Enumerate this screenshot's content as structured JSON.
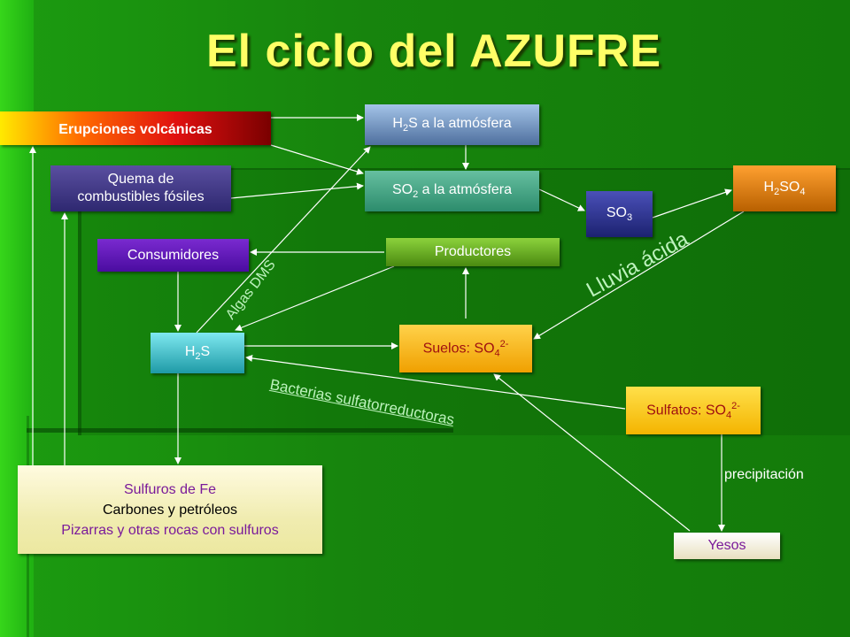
{
  "title": "El ciclo del AZUFRE",
  "boxes": {
    "erupciones": "Erupciones volcánicas",
    "h2s_atm": {
      "pre": "H",
      "sub": "2",
      "post": "S a la atmósfera"
    },
    "quema": {
      "line1": "Quema de",
      "line2": "combustibles fósiles"
    },
    "so2_atm": {
      "pre": "SO",
      "sub": "2",
      "post": " a la atmósfera"
    },
    "h2so4": {
      "pre": "H",
      "sub1": "2",
      "mid": "SO",
      "sub2": "4"
    },
    "so3": {
      "pre": "SO",
      "sub": "3"
    },
    "consumidores": "Consumidores",
    "productores": "Productores",
    "h2s": {
      "pre": "H",
      "sub": "2",
      "post": "S"
    },
    "suelos": {
      "pre": "Suelos: SO",
      "sub": "4",
      "sup": "2-"
    },
    "sulfatos": {
      "pre": "Sulfatos: SO",
      "sub": "4",
      "sup": "2-"
    },
    "sulfuros": {
      "line1": "Sulfuros de Fe",
      "line2": "Carbones y petróleos",
      "line3": "Pizarras y otras rocas con sulfuros"
    },
    "yesos": "Yesos"
  },
  "labels": {
    "lluvia": "Lluvia ácida",
    "algas": "Algas DMS",
    "bacterias": "Bacterias sulfatorreductoras",
    "precipitacion": "precipitación"
  }
}
